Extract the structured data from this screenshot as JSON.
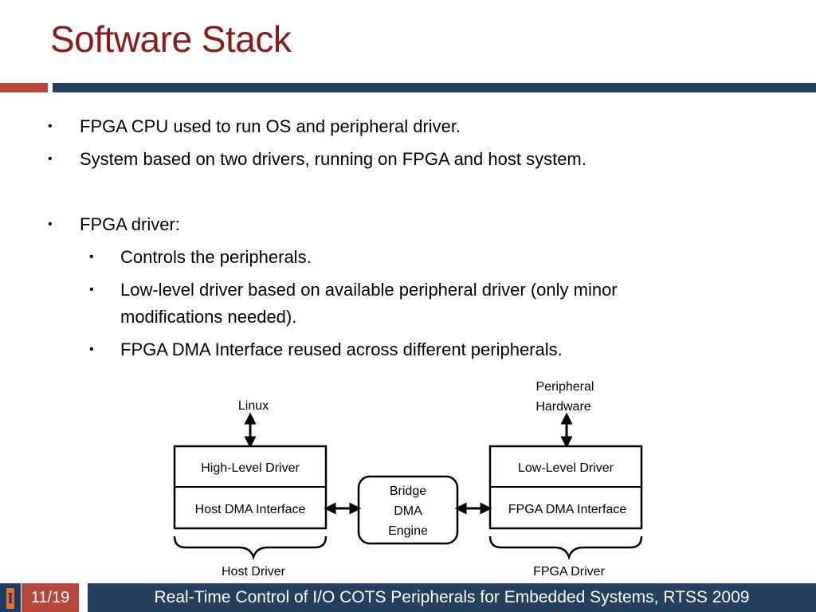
{
  "slide": {
    "title": "Software Stack"
  },
  "bullets": [
    {
      "level": 1,
      "text": "FPGA CPU used to run OS and peripheral driver."
    },
    {
      "level": 1,
      "text": "System based on two drivers, running on FPGA and host system."
    },
    {
      "level": 1,
      "text": "FPGA driver:"
    },
    {
      "level": 2,
      "text": "Controls the peripherals."
    },
    {
      "level": 2,
      "text": "Low-level driver based on available peripheral driver (only minor"
    },
    {
      "level": 2,
      "text": "modifications needed)."
    },
    {
      "level": 2,
      "text": "FPGA DMA Interface reused across different peripherals."
    }
  ],
  "bullet_glyph": "•",
  "diagram": {
    "linux_label": "Linux",
    "peripheral_label_line1": "Peripheral",
    "peripheral_label_line2": "Hardware",
    "host_top": "High-Level Driver",
    "host_bottom": "Host DMA Interface",
    "bridge_line1": "Bridge",
    "bridge_line2": "DMA",
    "bridge_line3": "Engine",
    "fpga_top": "Low-Level Driver",
    "fpga_bottom": "FPGA DMA Interface",
    "host_caption": "Host Driver",
    "fpga_caption": "FPGA Driver"
  },
  "footer": {
    "logo_glyph": "I",
    "page": "11/19",
    "caption": "Real-Time Control of I/O COTS Peripherals for Embedded Systems, RTSS 2009"
  }
}
